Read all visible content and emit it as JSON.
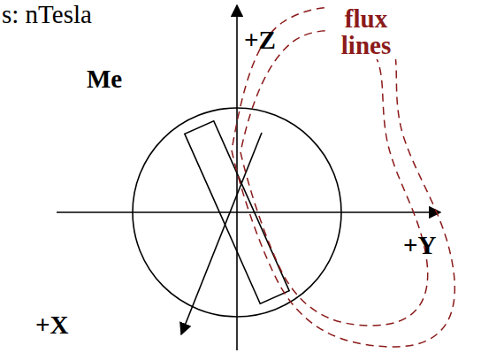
{
  "diagram": {
    "labels": [
      "s: nTesla",
      "+Z",
      "flux lines",
      "Me",
      "+Y",
      "+X"
    ]
  }
}
